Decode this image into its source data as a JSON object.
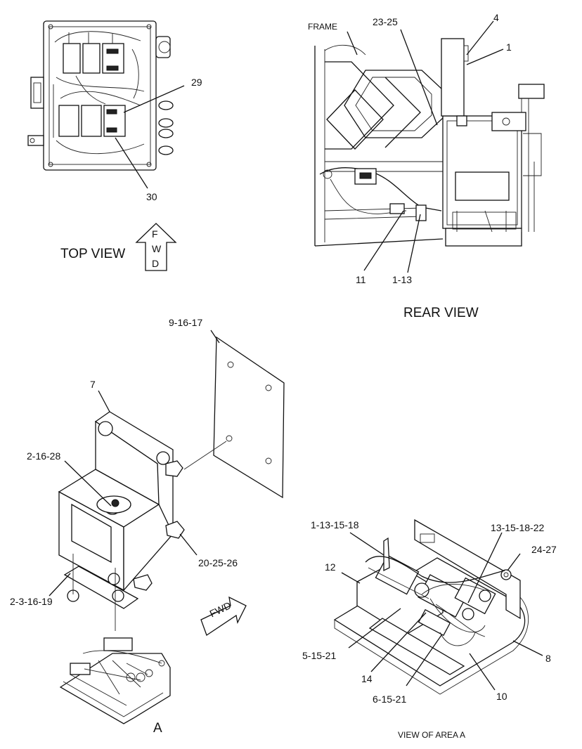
{
  "views": {
    "top_view": "TOP VIEW",
    "rear_view": "REAR VIEW",
    "area_view": "VIEW OF AREA A",
    "area_marker": "A"
  },
  "fwd_arrows": {
    "top_letters": [
      "F",
      "W",
      "D"
    ],
    "iso_label": "FWD"
  },
  "frame_label": "FRAME",
  "callouts": {
    "c29": "29",
    "c30": "30",
    "c23_25": "23-25",
    "c4": "4",
    "c1": "1",
    "c11": "11",
    "c1_13": "1-13",
    "c9_16_17": "9-16-17",
    "c7": "7",
    "c2_16_28": "2-16-28",
    "c20_25_26": "20-25-26",
    "c2_3_16_19": "2-3-16-19",
    "c1_13_15_18": "1-13-15-18",
    "c13_15_18_22": "13-15-18-22",
    "c24_27": "24-27",
    "c12": "12",
    "c8": "8",
    "c5_15_21": "5-15-21",
    "c14": "14",
    "c6_15_21": "6-15-21",
    "c10": "10"
  }
}
